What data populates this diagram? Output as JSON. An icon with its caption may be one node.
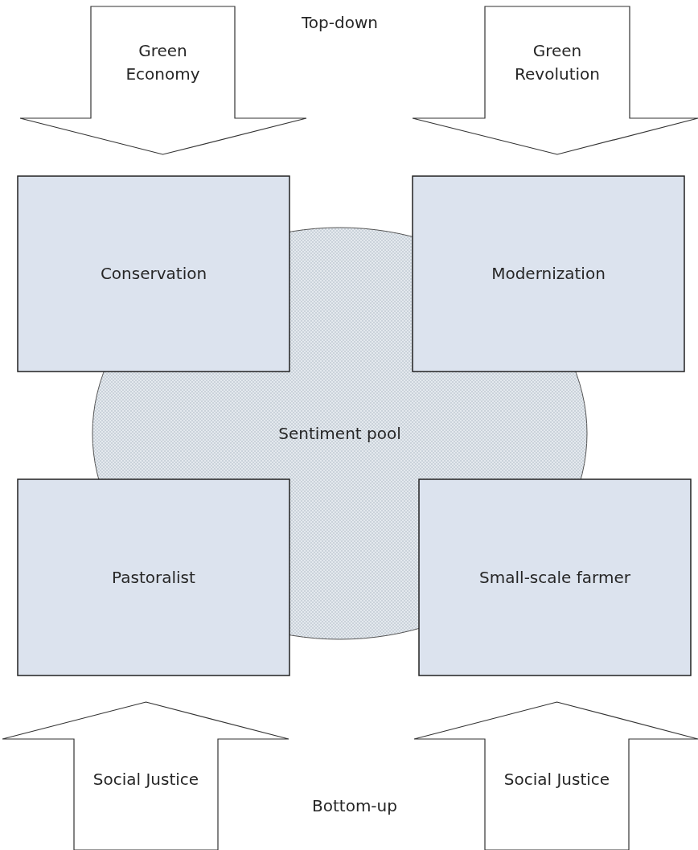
{
  "diagram": {
    "nodes": [
      {
        "text": [
          "Green Economy"
        ]
      },
      {
        "text": [
          "Green Revolution"
        ]
      },
      {
        "text": [
          "Conservation"
        ]
      },
      {
        "text": [
          "Modernization"
        ]
      },
      {
        "text": [
          "Sentiment pool"
        ]
      },
      {
        "text": [
          "Pastoralist"
        ]
      },
      {
        "text": [
          "Small-scale farmer"
        ]
      },
      {
        "text": [
          "Social Justice"
        ]
      },
      {
        "text": [
          "Social Justice"
        ]
      }
    ],
    "labels": [
      "Top-down",
      "Bottom-up"
    ]
  }
}
